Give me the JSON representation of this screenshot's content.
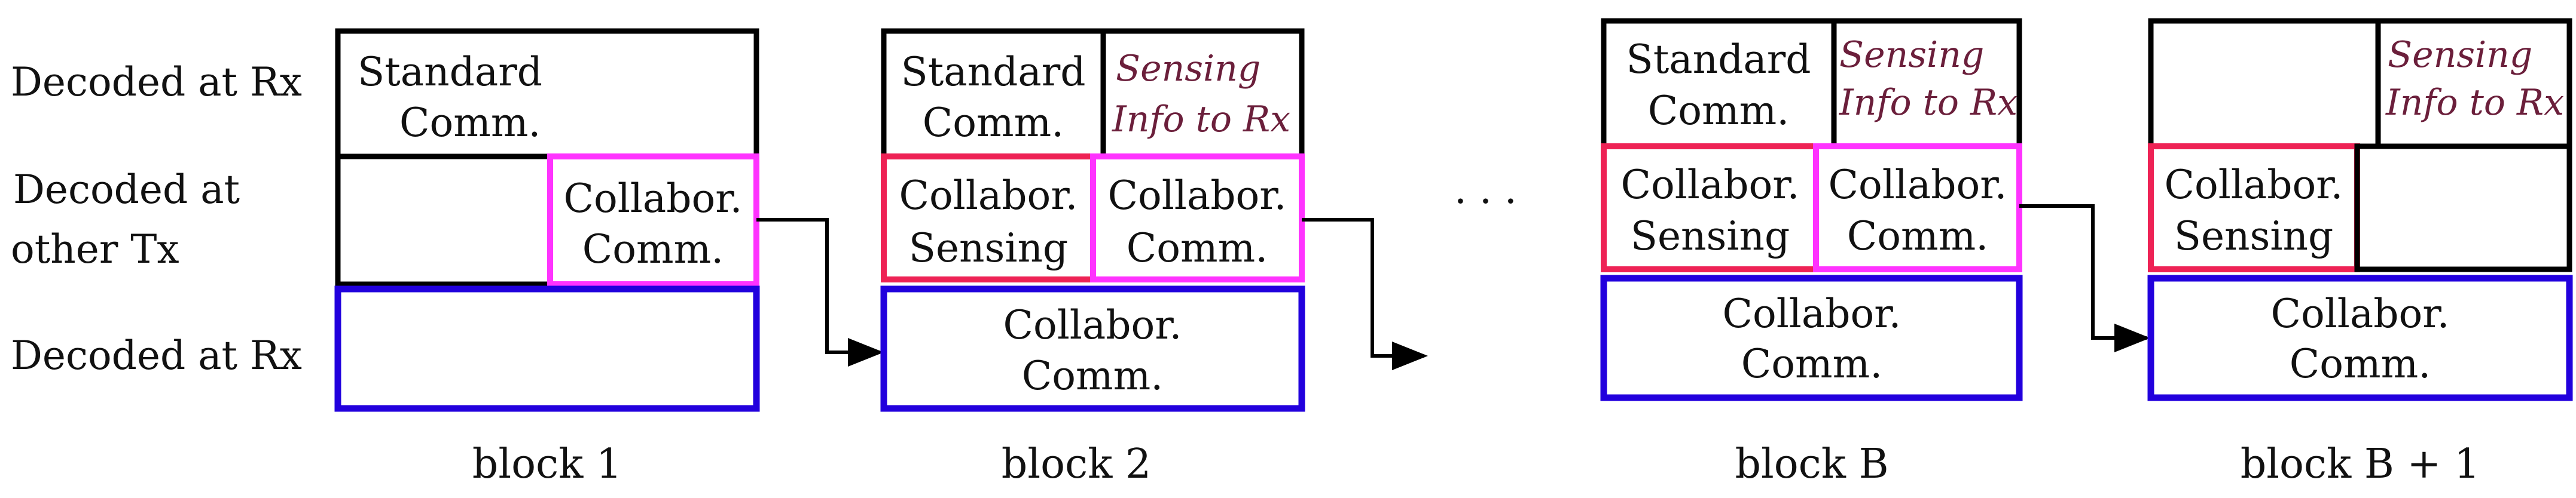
{
  "colors": {
    "standard_border": "#000000",
    "other_tx_border": "#ff33ff",
    "sensing_border": "#ee2255",
    "rx_collab_border": "#2200dd",
    "sensing_info_text": "#6b1f3b",
    "arrow": "#000000"
  },
  "row_labels": {
    "row1": "Decoded at Rx",
    "row2_line1": "Decoded at",
    "row2_line2": "other Tx",
    "row3": "Decoded at Rx"
  },
  "ellipsis": "· · ·",
  "blocks": {
    "b1": {
      "label": "block 1",
      "standard_line1": "Standard",
      "standard_line2": "Comm.",
      "collab_comm_line1": "Collabor.",
      "collab_comm_line2": "Comm."
    },
    "b2": {
      "label": "block 2",
      "standard_line1": "Standard",
      "standard_line2": "Comm.",
      "sensing_info_line1": "Sensing",
      "sensing_info_line2": "Info to Rx",
      "collab_sensing_line1": "Collabor.",
      "collab_sensing_line2": "Sensing",
      "collab_comm_line1": "Collabor.",
      "collab_comm_line2": "Comm.",
      "rx_collab_line1": "Collabor.",
      "rx_collab_line2": "Comm."
    },
    "bB": {
      "label": "block B",
      "standard_line1": "Standard",
      "standard_line2": "Comm.",
      "sensing_info_line1": "Sensing",
      "sensing_info_line2": "Info to Rx",
      "collab_sensing_line1": "Collabor.",
      "collab_sensing_line2": "Sensing",
      "collab_comm_line1": "Collabor.",
      "collab_comm_line2": "Comm.",
      "rx_collab_line1": "Collabor.",
      "rx_collab_line2": "Comm."
    },
    "bB1": {
      "label": "block B + 1",
      "sensing_info_line1": "Sensing",
      "sensing_info_line2": "Info to Rx",
      "collab_sensing_line1": "Collabor.",
      "collab_sensing_line2": "Sensing",
      "rx_collab_line1": "Collabor.",
      "rx_collab_line2": "Comm."
    }
  }
}
